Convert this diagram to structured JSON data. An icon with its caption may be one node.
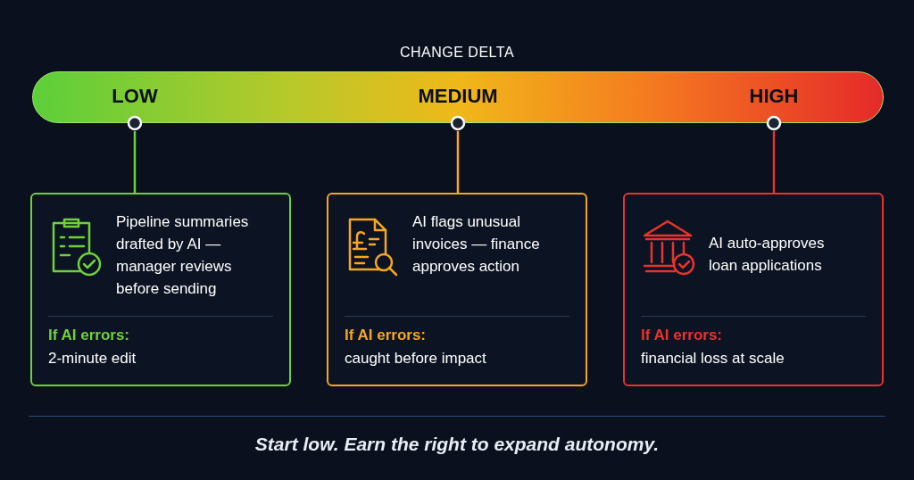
{
  "diagram": {
    "title": "CHANGE DELTA",
    "nodes": [
      {
        "text": [],
        "shape": "bar"
      },
      {
        "text": [
          "LOW"
        ],
        "in": 0
      },
      {
        "text": [
          "MEDIUM"
        ],
        "in": 0
      },
      {
        "text": [
          "HIGH"
        ],
        "in": 0
      },
      {
        "text": [
          "Pipeline summaries drafted by AI — manager reviews before sending",
          "If AI errors:",
          "2-minute edit"
        ]
      },
      {
        "text": [
          "AI flags unusual invoices — finance approves action",
          "If AI errors:",
          "caught before impact"
        ]
      },
      {
        "text": [
          "AI auto-approves loan applications",
          "If AI errors:",
          "financial loss at scale"
        ]
      }
    ],
    "edges": [
      {
        "from": 1,
        "to": 4,
        "arrow": "none",
        "color": "#6fd13a"
      },
      {
        "from": 2,
        "to": 5,
        "arrow": "none",
        "color": "#f5a623"
      },
      {
        "from": 3,
        "to": 6,
        "arrow": "none",
        "color": "#e8332e"
      }
    ],
    "caption": "Start low. Earn the right to expand autonomy."
  }
}
